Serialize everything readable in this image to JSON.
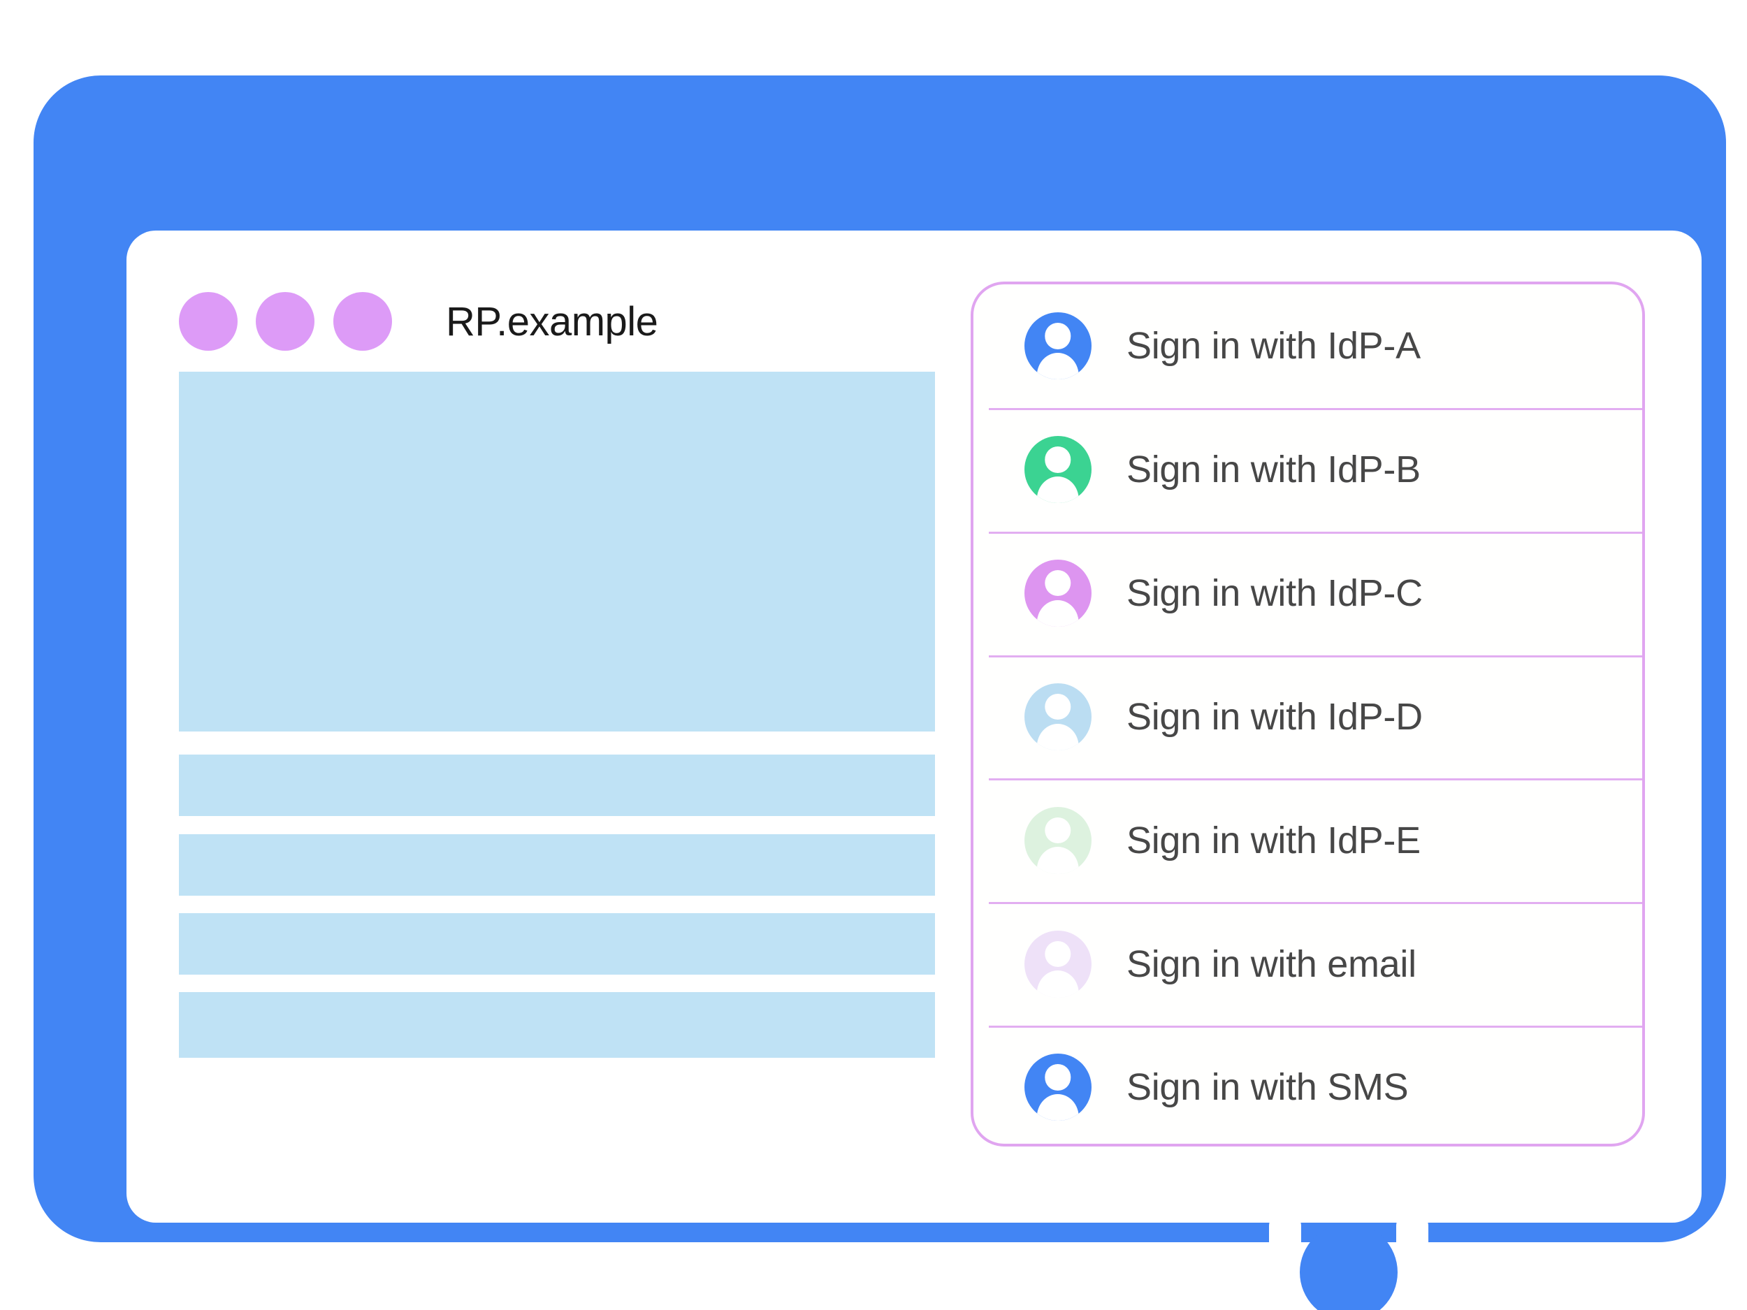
{
  "window": {
    "title": "RP.example",
    "frame_color": "#4285F4",
    "titlebar_dot_color": "#DD9BF7",
    "titlebar_dots": [
      "dot-1",
      "dot-2",
      "dot-3"
    ]
  },
  "content_placeholder": {
    "block_color": "#BFE2F5",
    "blocks": [
      "hero-block",
      "bar-1",
      "bar-2",
      "bar-3",
      "bar-4"
    ]
  },
  "account_chooser": {
    "border_color": "#E0A5F0",
    "divider_color": "#E2AEF1",
    "label_color": "#474747",
    "items": [
      {
        "label": "Sign in with IdP-A",
        "icon": "avatar-icon",
        "avatar_color": "#4285F4"
      },
      {
        "label": "Sign in with IdP-B",
        "icon": "avatar-icon",
        "avatar_color": "#3BD392"
      },
      {
        "label": "Sign in with IdP-C",
        "icon": "avatar-icon",
        "avatar_color": "#DD95F0"
      },
      {
        "label": "Sign in with IdP-D",
        "icon": "avatar-icon",
        "avatar_color": "#BBDDF2"
      },
      {
        "label": "Sign in with IdP-E",
        "icon": "avatar-icon",
        "avatar_color": "#DDF2DF"
      },
      {
        "label": "Sign in with email",
        "icon": "avatar-icon",
        "avatar_color": "#EEE1F8"
      },
      {
        "label": "Sign in with SMS",
        "icon": "avatar-icon",
        "avatar_color": "#4285F4"
      }
    ]
  },
  "device": {
    "home_button": "home-button"
  }
}
